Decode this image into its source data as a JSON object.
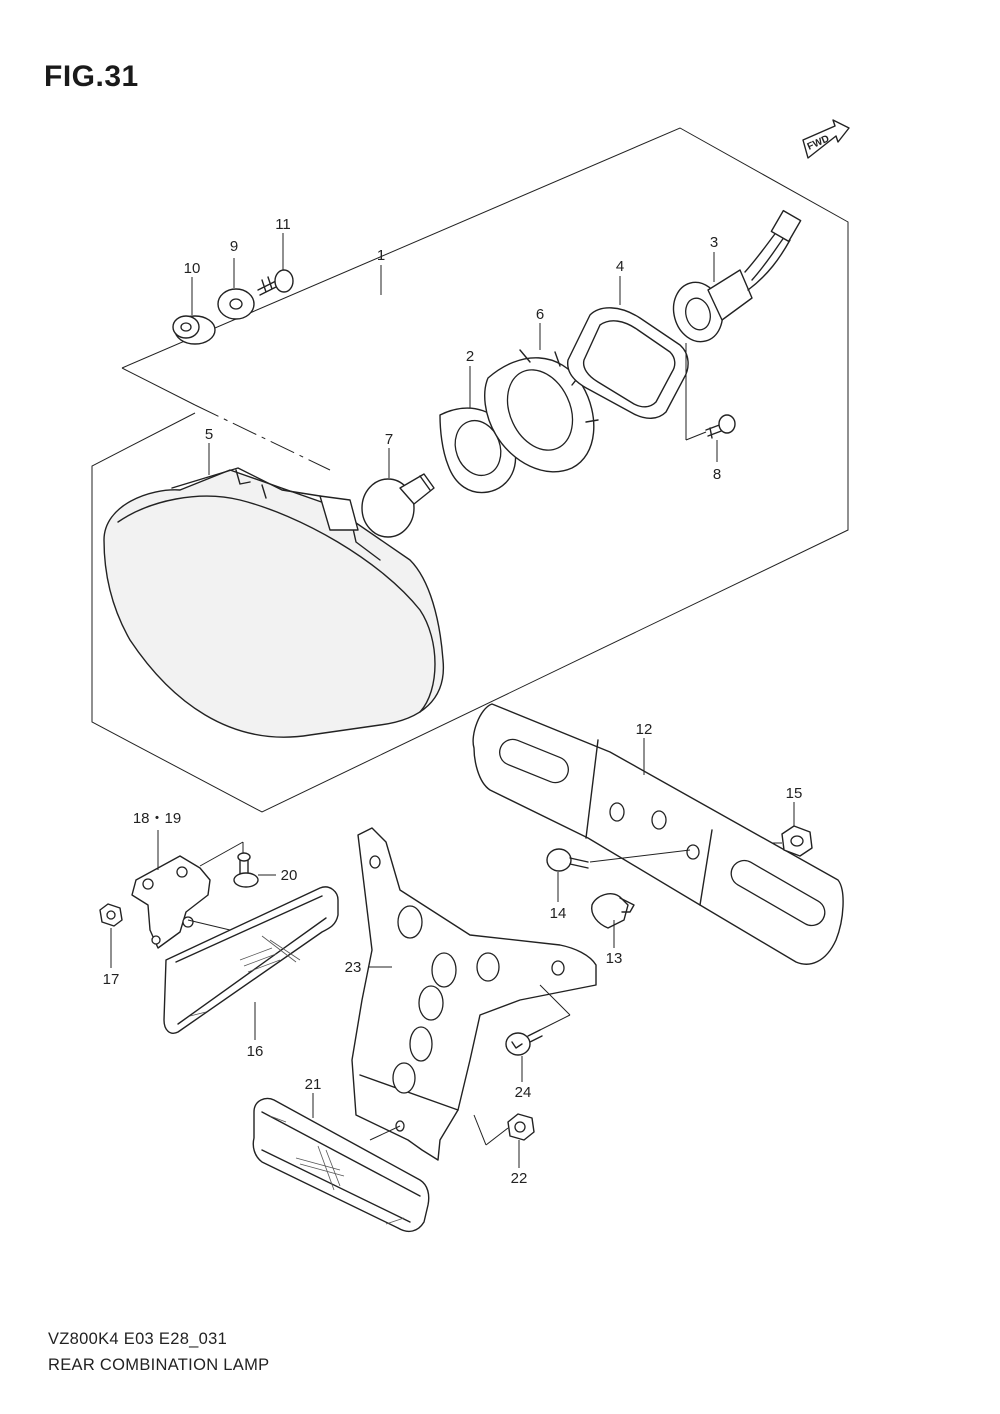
{
  "figure": {
    "title": "FIG.31"
  },
  "direction_marker": {
    "label": "FWD"
  },
  "callouts": {
    "p1": "1",
    "p2": "2",
    "p3": "3",
    "p4": "4",
    "p5": "5",
    "p6": "6",
    "p7": "7",
    "p8": "8",
    "p9": "9",
    "p10": "10",
    "p11": "11",
    "p12": "12",
    "p13": "13",
    "p14": "14",
    "p15": "15",
    "p16": "16",
    "p17": "17",
    "p18_19": "18・19",
    "p20": "20",
    "p21": "21",
    "p22": "22",
    "p23": "23",
    "p24": "24"
  },
  "footer": {
    "model_code": "VZ800K4  E03  E28_031",
    "diagram_name": "REAR COMBINATION LAMP"
  }
}
